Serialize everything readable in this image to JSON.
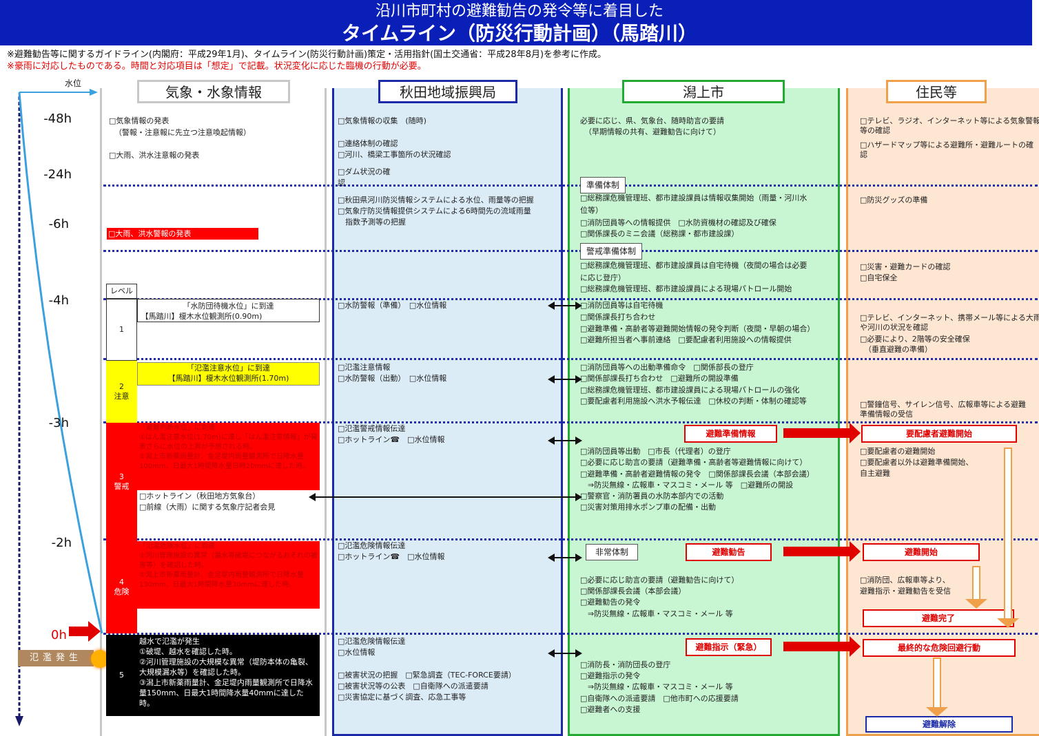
{
  "header": {
    "line1": "沿川市町村の避難勧告の発令等に着目した",
    "line2": "タイムライン（防災行動計画）（馬踏川）"
  },
  "notes": {
    "n1": "※避難勧告等に関するガイドライン(内閣府：平成29年1月)、タイムライン(防災行動計画)策定・活用指針(国土交通省：平成28年8月)を参考に作成。",
    "n2": "※豪雨に対応したものである。時間と対応項目は「想定」で記載。状況変化に応じた臨機の行動が必要。"
  },
  "axis": {
    "label": "水位",
    "zero": "0h",
    "times": [
      "-48h",
      "-24h",
      "-6h",
      "-4h",
      "-3h",
      "-2h"
    ],
    "event": "氾濫発生"
  },
  "columns": {
    "weather": "気象・水象情報",
    "akita": "秋田地域振興局",
    "katagami": "潟上市",
    "residents": "住民等"
  },
  "weather": {
    "w1": "□気象情報の発表",
    "w2": "（警報・注意報に先立つ注意喚起情報）",
    "w3": "□大雨、洪水注意報の発表",
    "w4": "□大雨、洪水警報の発表",
    "level_header": "レベル",
    "l1": "1",
    "l1a": "「水防団待機水位」に到達",
    "l1b": "【馬踏川】榎木水位観測所(0.90m)",
    "l2": "2\n注意",
    "l2a": "「氾濫注意水位」に到達",
    "l2b": "【馬踏川】榎木水位観測所(1.70m)",
    "l3": "3\n警戒",
    "l3t": "「避難判断水位」に到達\n①はん濫注意水位(1.70m)に達し「はん濫注意情報」が発表さらに水位の上昇が予想される時。\n②潟上市新薬雨量計、金足堤内雨量観測所で日降水量100mm、日最大1時間降水量日時20mmに達した時。",
    "l3b1": "□ホットライン（秋田地方気象台）",
    "l3b2": "□前線（大雨）に関する気象庁記者会見",
    "l4": "4\n危険",
    "l4t": "「氾濫危険水位」に到達\n①河川管理施設の異常（漏水等破堤につながるおそれの被害等）を確認した時。\n②潟上市新薬雨量計、金足堤内雨量観測所で日降水量130mm、日最大1時間降水量30mmに達した時。",
    "l5": "5",
    "l5t": "越水で氾濫が発生\n①破堤、越水を確認した時。\n②河川管理施設の大規模な異常（堤防本体の亀裂、大規模漏水等）を確認した時。\n③潟上市新薬雨量計、金足堤内雨量観測所で日降水量150mm、日最大1時間降水量40mmに達した時。"
  },
  "akita": {
    "a1": "□気象情報の収集　(随時)",
    "a2": "□連絡体制の確認",
    "a3": "□河川、橋梁工事箇所の状況確認",
    "a4": "□ダム状況の確",
    "a4b": "認",
    "a5": "□秋田県河川防災情報システムによる水位、雨量等の把握",
    "a6": "□気象庁防災情報提供システムによる6時間先の流域雨量",
    "a7": "　指数予測等の把握",
    "a8": "□水防警報（準備）　□水位情報",
    "a9": "□氾濫注意情報",
    "a10": "□水防警報（出動）　□水位情報",
    "a11": "□氾濫警戒情報伝達",
    "a12": "□ホットライン☎　□水位情報",
    "a13": "□氾濫危険情報伝達",
    "a14": "□ホットライン☎　□水位情報",
    "a15": "□氾濫危険情報伝達",
    "a16": "□水位情報",
    "a17": "□被害状況の把握　□緊急調査（TEC-FORCE要請）",
    "a18": "□被害状況等の公表　□自衛隊への派遣要請",
    "a19": "□災害協定に基づく調査、応急工事等"
  },
  "katagami": {
    "k1": "必要に応じ、県、気象台、随時助言の要請",
    "k2": "（早期情報の共有、避難勧告に向けて）",
    "tag1": "準備体制",
    "k3": "□総務課危機管理班、都市建設課員は情報収集開始（雨量・河川水",
    "k3b": "位等）",
    "k4": "□消防団員等への情報提供　□水防資機材の確認及び確保",
    "k5": "□関係課長のミニ会議（総務課・都市建設課）",
    "tag2": "警戒準備体制",
    "k6": "□総務課危機管理班、都市建設課員は自宅待機（夜間の場合は必要",
    "k6b": "に応じ登庁）",
    "k7": "□総務課危機管理班、都市建設課員による現場パトロール開始",
    "k8": "□消防団員等は自宅待機",
    "k9": "□関係課長打ち合わせ",
    "k10": "□避難準備・高齢者等避難開始情報の発令判断（夜間・早朝の場合）",
    "k11": "□避難所担当者へ事前連絡　□要配慮者利用施設への情報提供",
    "k12": "□消防団員等への出動準備命令　□関係部長の登庁",
    "k13": "□関係部課長打ち合わせ　□避難所の開設準備",
    "k14": "□総務課危機管理班、都市建設課員による現場パトロールの強化",
    "k15": "□要配慮者利用施設へ洪水予報伝達　□休校の判断・体制の確認等",
    "red1": "避難準備情報",
    "k16": "□消防団員等出動　□市長（代理者）の登庁",
    "k17": "□必要に応じ助言の要請（避難準備・高齢者等避難情報に向けて）",
    "k18": "□避難準備・高齢者避難情報の発令　□関係部課長会議（本部会議）",
    "k19": "　⇒防災無線・広報車・マスコミ・メール 等　□避難所の開設",
    "k20": "□警察官・消防署員の水防本部内での活動",
    "k21": "□災害対策用排水ポンプ車の配備・出動",
    "tag3": "非常体制",
    "red2": "避難勧告",
    "k22": "□必要に応じ助言の要請（避難勧告に向けて）",
    "k23": "□関係部課長会議（本部会議）",
    "k24": "□避難勧告の発令",
    "k25": "　⇒防災無線・広報車・マスコミ・メール 等",
    "red3": "避難指示（緊急）",
    "k26": "□消防長・消防団長の登庁",
    "k27": "□避難指示の発令",
    "k28": "　⇒防災無線・広報車・マスコミ・メール 等",
    "k29": "□自衛隊への派遣要請　□他市町への応援要請",
    "k30": "□避難者への支援"
  },
  "residents": {
    "r1": "□テレビ、ラジオ、インターネット等による気象警報",
    "r1b": "等の確認",
    "r2": "□ハザードマップ等による避難所・避難ルートの確",
    "r2b": "認",
    "r3": "□防災グッズの準備",
    "r4": "□災害・避難カードの確認",
    "r5": "□自宅保全",
    "r6": "□テレビ、インターネット、携帯メール等による大雨",
    "r6b": "や河川の状況を確認",
    "r7": "□必要により、2階等の安全確保",
    "r7b": "（垂直避難の準備）",
    "r8": "□警鐘信号、サイレン信号、広報車等による避難",
    "r8b": "準備情報の受信",
    "box1": "要配慮者避難開始",
    "r9": "□要配慮者の避難開始",
    "r10": "□要配慮者以外は避難準備開始、",
    "r11": "自主避難",
    "box2": "避難開始",
    "r12": "□消防団、広報車等より、",
    "r13": "避難指示・避難勧告を受信",
    "box3": "避難完了",
    "box4": "最終的な危険回避行動",
    "box5": "避難解除"
  },
  "colors": {
    "header": "#0a1fb8",
    "weather_border": "#c8c8c8",
    "akita_bg": "#dcecf7",
    "akita_border": "#1a2aa8",
    "katagami_bg": "#c8f5d2",
    "katagami_border": "#22aa33",
    "residents_bg": "#fde6d2",
    "residents_border": "#f0a04a",
    "yellow": "#ffff00",
    "red": "#ff0000",
    "black": "#000000"
  }
}
